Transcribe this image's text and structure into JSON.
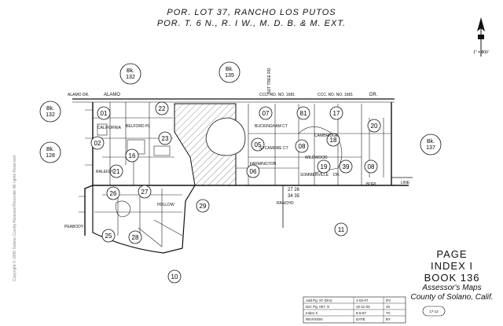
{
  "header": {
    "line1": "POR. LOT 37, RANCHO LOS PUTOS",
    "line2": "POR. T. 6 N., R. I W., M. D. B. & M. EXT."
  },
  "north_arrow": {
    "scale_text": "1\" = 800'"
  },
  "copyright": "Copyright © 1996  Solano County Assessor/Recorder  All rights Reserved",
  "book_refs": [
    {
      "bk": "Bk.",
      "num": "132"
    },
    {
      "bk": "Bk.",
      "num": "135"
    },
    {
      "bk": "Bk.",
      "num": "132"
    },
    {
      "bk": "Bk.",
      "num": "128"
    },
    {
      "bk": "Bk.",
      "num": "137"
    }
  ],
  "page_circles": [
    "01",
    "02",
    "21",
    "22",
    "23",
    "16",
    "26",
    "27",
    "25",
    "28",
    "29",
    "07",
    "81",
    "17",
    "20",
    "05",
    "08",
    "18",
    "06",
    "19",
    "39",
    "08",
    "11",
    "10"
  ],
  "streets": {
    "alamo_dr": "ALAMO DR.",
    "alamo": "ALAMO",
    "dr": "DR.",
    "ccc_1": "CCC. RD. NO. 1681",
    "ccc_2": "CCC. RD. NO. 1681",
    "nut_tree": "NUT TREE RD.",
    "rancho": "RANCHO",
    "peabody": "PEABODY",
    "mid_1": "SOMMERVILLE",
    "mid_2": "DR.",
    "borl": "BORL",
    "line": "LINE",
    "california": "CALIFORNIA",
    "raleigh": "RALEIGH",
    "belford": "BELFORD PL",
    "farmington": "FARMINGTON",
    "wildwood": "WILDWOOD",
    "cambridge": "CAMBRIDGE",
    "sycamore": "SYCAMORE CT",
    "buckingham": "BUCKINGHAM CT",
    "marks": "27  26",
    "marks2": "34  35",
    "hollow": "HOLLOW"
  },
  "bottom": {
    "page": "PAGE",
    "index": "INDEX I",
    "book": "BOOK 136",
    "assessor": "Assessor's Maps",
    "county": "County of Solano, Calif."
  },
  "revision_table": {
    "rows": [
      [
        "Add Pg. 87 (Dm)",
        "1-02-07",
        "DV"
      ],
      [
        "Del. Pg. 007, 8",
        "10-11-03",
        "JS"
      ],
      [
        "Index X",
        "5-5-87",
        "TC"
      ],
      [
        "REVISION",
        "DATE",
        "BY"
      ]
    ],
    "page_box": "17-12"
  },
  "colors": {
    "ink": "#111111",
    "hatch": "#555555"
  }
}
